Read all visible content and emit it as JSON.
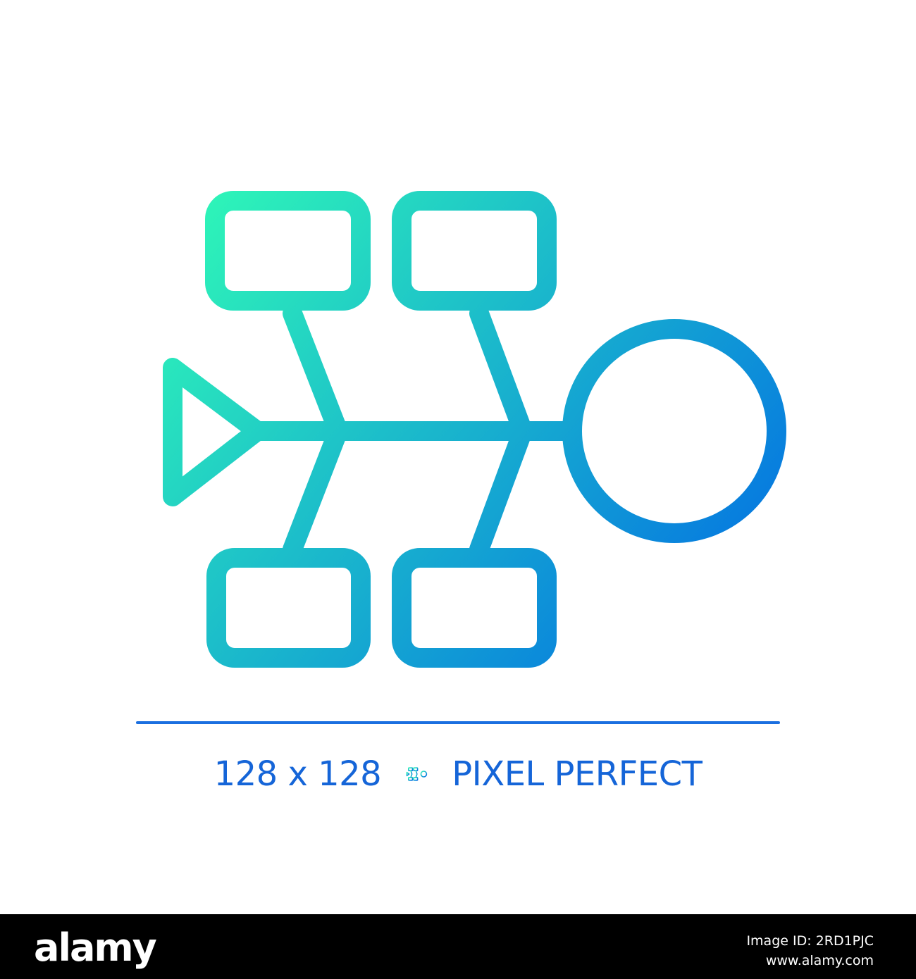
{
  "icon": {
    "name": "fishbone-diagram-icon",
    "gradient_start": "#2ef5b8",
    "gradient_end": "#0066e6"
  },
  "caption": {
    "size_label": "128 x 128",
    "tagline": "PIXEL PERFECT",
    "text_color": "#1565d8"
  },
  "divider": {
    "color": "#1b6fe0"
  },
  "footer": {
    "brand": "alamy",
    "image_id": "Image ID: 2RD1PJC",
    "site": "www.alamy.com"
  }
}
